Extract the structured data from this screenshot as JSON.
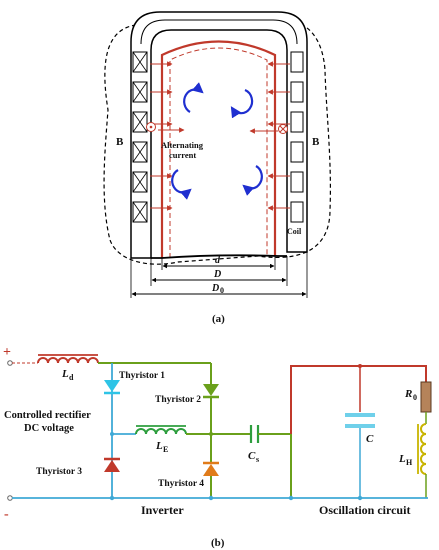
{
  "figure_a": {
    "label": "(a)",
    "b_left": "B",
    "b_right": "B",
    "current_line1": "Alternating",
    "current_line2": "current",
    "coil": "Coil",
    "dim_d": "d",
    "dim_D": "D",
    "dim_D0": "D",
    "dim_D0_sub": "0",
    "coil_box_count": 6,
    "colors": {
      "crucible": "#c0392b",
      "arrow": "#1f2fd0",
      "line": "#000000"
    }
  },
  "figure_b": {
    "label": "(b)",
    "plus": "+",
    "minus": "-",
    "Ld": "L",
    "Ld_sub": "d",
    "thyristor1": "Thyristor 1",
    "thyristor2": "Thyristor 2",
    "thyristor3": "Thyristor 3",
    "thyristor4": "Thyristor 4",
    "rectifier_line1": "Controlled rectifier",
    "rectifier_line2": "DC voltage",
    "LE": "L",
    "LE_sub": "E",
    "Cs": "C",
    "Cs_sub": "s",
    "C": "C",
    "R0": "R",
    "R0_sub": "0",
    "LH": "L",
    "LH_sub": "H",
    "inverter": "Inverter",
    "oscillation": "Oscillation circuit",
    "colors": {
      "wire_green": "#6aa01b",
      "wire_cyan": "#3fa9d6",
      "wire_red": "#c0392b",
      "inductor_red": "#c0392b",
      "inductor_green": "#2e9e3e",
      "inductor_yellow": "#c8b400",
      "thyristor_cyan": "#2ec4e6",
      "thyristor_orange": "#e07b1a",
      "thyristor_red": "#c0392b",
      "resistor_brown": "#b5835a"
    }
  }
}
